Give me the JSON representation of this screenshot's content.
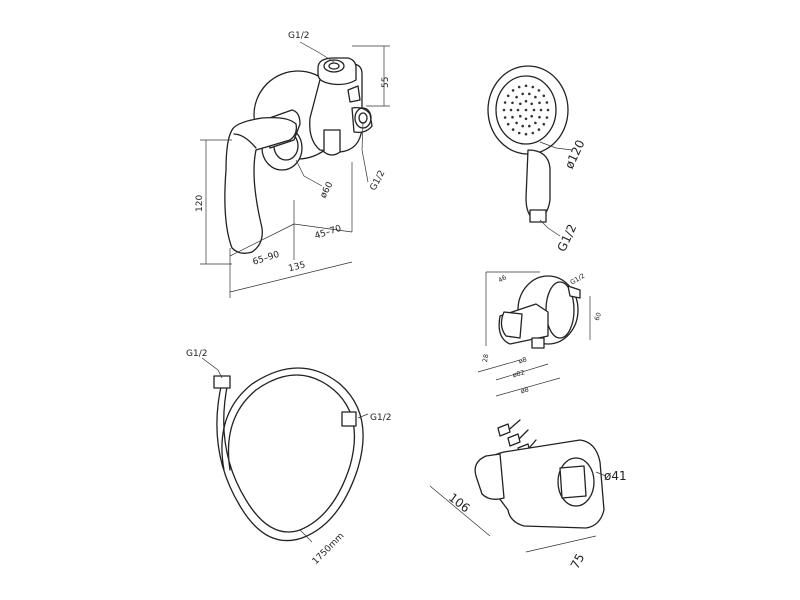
{
  "mixer": {
    "inlet_top": "G1/2",
    "dim_55": "55",
    "dim_120": "120",
    "dim_d60": "ø60",
    "inlet_side": "G1/2",
    "dim_65_90": "65–90",
    "dim_45_70": "45–70",
    "dim_135": "135"
  },
  "hand_shower": {
    "dim_d120": "ø120",
    "thread": "G1/2"
  },
  "wall_outlet": {
    "thread": "G1/2",
    "dim_top": "46",
    "dim_right": "60",
    "dim_left": "28",
    "dim_b1": "ø82",
    "dim_b2": "ø8",
    "dim_b3": "ø8"
  },
  "hose": {
    "end_left": "G1/2",
    "end_right": "G1/2",
    "length": "1750mm"
  },
  "holder": {
    "dim_d41": "ø41",
    "dim_106": "106",
    "dim_75": "75"
  }
}
